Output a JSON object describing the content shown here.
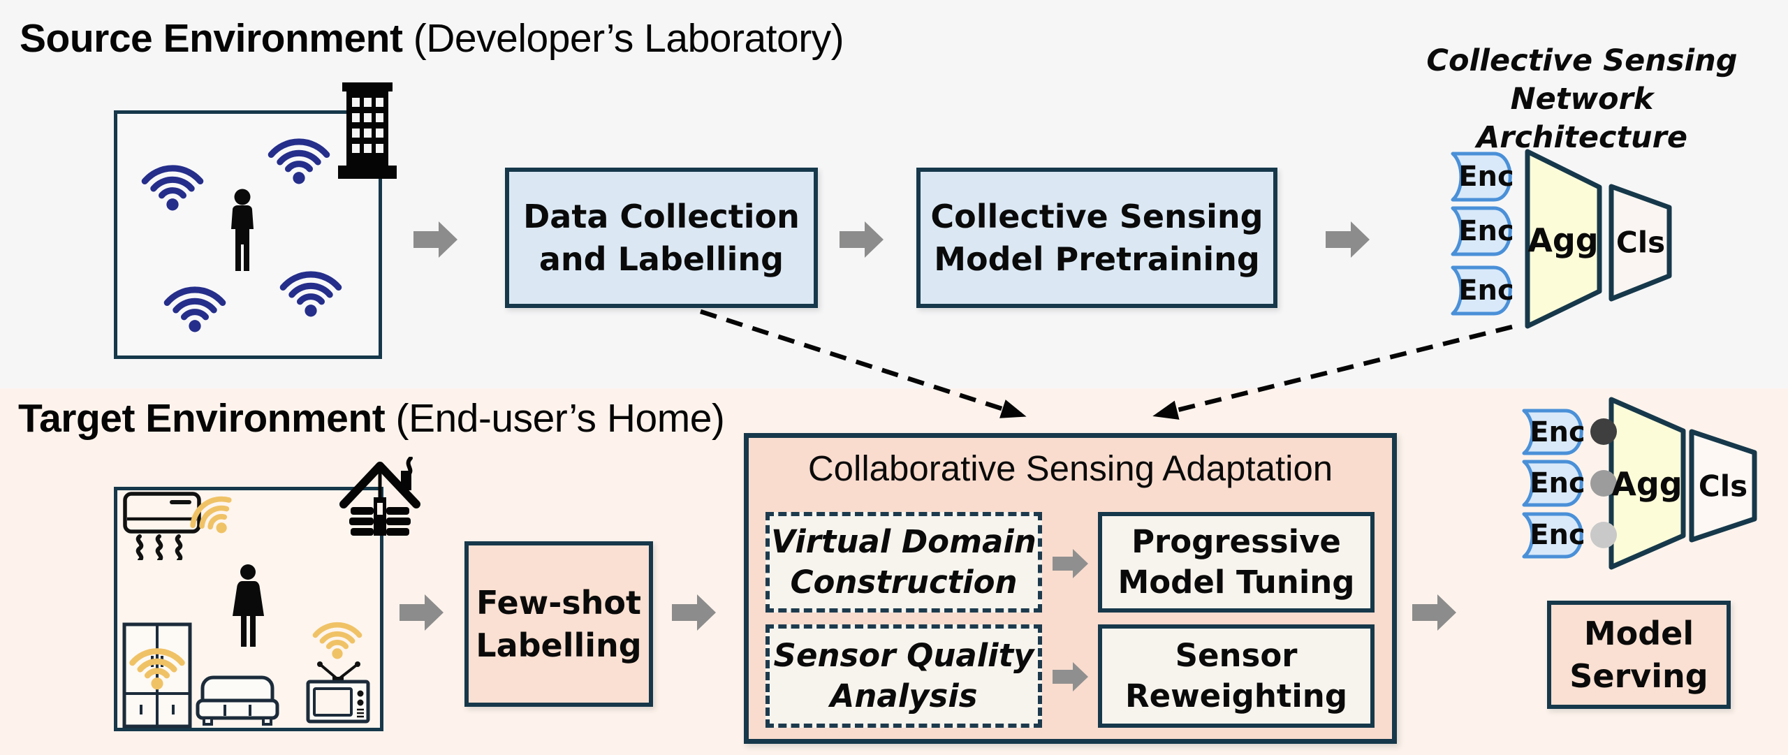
{
  "figure": {
    "source": {
      "title": "Source Environment",
      "title_suffix": " (Developer’s Laboratory)",
      "data_collection": "Data Collection\nand Labelling",
      "pretraining": "Collective Sensing\nModel Pretraining"
    },
    "network_top": {
      "title": "Collective Sensing\nNetwork Architecture",
      "enc": [
        "Enc",
        "Enc",
        "Enc"
      ],
      "agg": "Agg",
      "cls": "Cls"
    },
    "target": {
      "title": "Target Environment",
      "title_suffix": " (End-user’s Home)",
      "few_shot": "Few-shot\nLabelling",
      "adaptation_title": "Collaborative Sensing Adaptation",
      "virtual_domain": "Virtual Domain\nConstruction",
      "progressive_tuning": "Progressive\nModel Tuning",
      "sensor_quality": "Sensor Quality\nAnalysis",
      "sensor_reweighting": "Sensor\nReweighting",
      "model_serving": "Model\nServing"
    },
    "network_bottom": {
      "enc": [
        "Enc",
        "Enc",
        "Enc"
      ],
      "agg": "Agg",
      "cls": "Cls"
    }
  },
  "palette": {
    "top_background": "#f6f6f7",
    "bottom_background": "#fdf3ec",
    "navy_border": "#16384a",
    "blue_box_fill": "#dbe8f4",
    "peach_box_fill": "#fae0d2",
    "adaptation_fill": "#f9dcce",
    "inner_box_fill": "#f7f4ee",
    "encoder_fill": "#d9e9f9",
    "encoder_stroke": "#4a90d8",
    "aggregator_fill": "#fdfcd9",
    "classifier_fill": "#faf5f2",
    "wifi_navy": "#252e8a",
    "wifi_yellow": "#f0c266",
    "flow_arrow_gray": "#8c8c8c",
    "weight_dot_dark": "#3f3f3f",
    "weight_dot_mid": "#9c9c9c",
    "weight_dot_light": "#c9c9c9"
  }
}
